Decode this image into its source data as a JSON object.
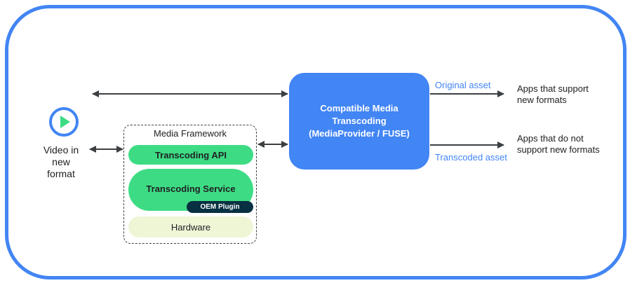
{
  "colors": {
    "frame": "#4285f4",
    "transcoding_box": "#4285f4",
    "green": "#3ddc84",
    "oem_plugin": "#073042",
    "hardware": "#eef6d6",
    "asset_label": "#4285f4",
    "arrow": "#3c4043"
  },
  "icons": {
    "video": "play-icon"
  },
  "video_label": "Video in\nnew\nformat",
  "media_framework": {
    "title": "Media Framework",
    "transcoding_api": "Transcoding API",
    "transcoding_service": "Transcoding Service",
    "oem_plugin": "OEM Plugin",
    "hardware": "Hardware"
  },
  "compatible_transcoding": "Compatible Media\nTranscoding\n(MediaProvider / FUSE)",
  "original_asset": "Original asset",
  "transcoded_asset": "Transcoded asset",
  "apps_new_formats": "Apps that support\nnew formats",
  "apps_no_new_formats": "Apps that do not\nsupport new formats"
}
